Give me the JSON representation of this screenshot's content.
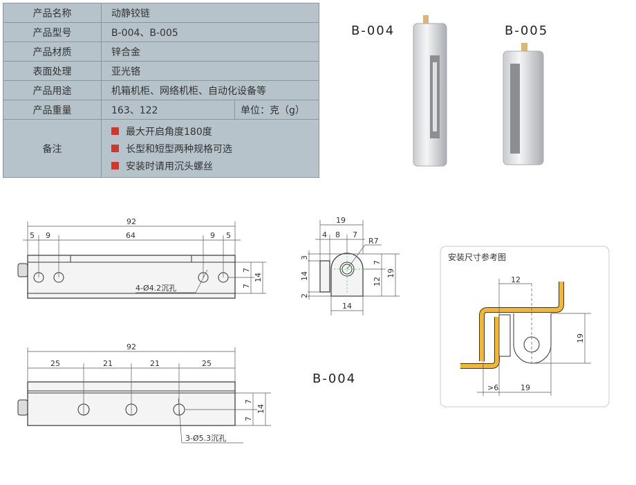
{
  "spec": {
    "rows": [
      {
        "label": "产品名称",
        "value": "动静铰链"
      },
      {
        "label": "产品型号",
        "value": "B-004、B-005"
      },
      {
        "label": "产品材质",
        "value": "锌合金"
      },
      {
        "label": "表面处理",
        "value": "亚光铬"
      },
      {
        "label": "产品用途",
        "value": "机箱机柜、网络机柜、自动化设备等"
      },
      {
        "label": "产品重量",
        "value": "163、122",
        "unit": "单位：克（g）"
      }
    ],
    "notes_label": "备注",
    "notes": [
      "最大开启角度180度",
      "长型和短型两种规格可选",
      "安装时请用沉头螺丝"
    ]
  },
  "photos": {
    "model_a": "B-004",
    "model_b": "B-005"
  },
  "drawing_top": {
    "total": "92",
    "dims": [
      "5",
      "9",
      "64",
      "9",
      "5"
    ],
    "right": [
      "7",
      "7",
      "14"
    ],
    "hole_note": "4-Ø4.2沉孔"
  },
  "drawing_bottom": {
    "total": "92",
    "dims": [
      "25",
      "21",
      "21",
      "25"
    ],
    "right": [
      "7",
      "7",
      "14"
    ],
    "hole_note": "3-Ø5.3沉孔"
  },
  "drawing_side": {
    "top": "19",
    "sub": [
      "4",
      "8",
      "7"
    ],
    "radius": "R7",
    "bottom": "14",
    "left": [
      "3",
      "14",
      "2"
    ],
    "right": [
      "7",
      "12",
      "19"
    ],
    "model": "B-004"
  },
  "install": {
    "title": "安装尺寸参考图",
    "dim_top": "12",
    "dim_right": "19",
    "dim_gap": ">6",
    "dim_bottom": "19"
  },
  "colors": {
    "table_bg": "#b6c3cb",
    "bullet": "#d2352c",
    "bracket": "#f2b733"
  }
}
